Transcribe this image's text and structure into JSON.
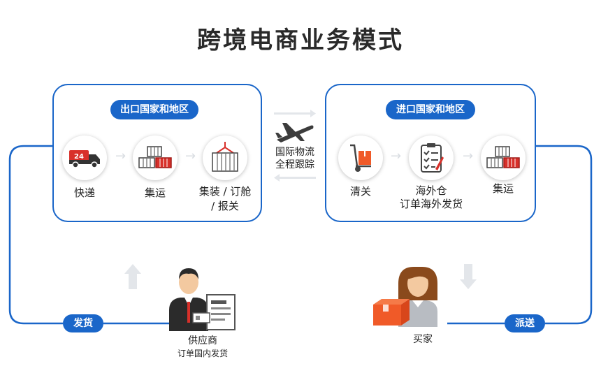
{
  "title": "跨境电商业务模式",
  "export_region": {
    "pill": "出口国家和地区",
    "steps": [
      {
        "icon": "delivery-truck-icon",
        "label": "快递"
      },
      {
        "icon": "container-stack-icon",
        "label": "集运"
      },
      {
        "icon": "crane-container-icon",
        "label_line1": "集装 / 订舱",
        "label_line2": "/ 报关"
      }
    ]
  },
  "import_region": {
    "pill": "进口国家和地区",
    "steps": [
      {
        "icon": "hand-truck-icon",
        "label": "清关"
      },
      {
        "icon": "clipboard-check-icon",
        "label_line1": "海外仓",
        "label_line2": "订单海外发货"
      },
      {
        "icon": "container-stack-icon",
        "label": "集运"
      }
    ]
  },
  "logistics": {
    "icon": "airplane-icon",
    "line1": "国际物流",
    "line2": "全程跟踪"
  },
  "supplier": {
    "label": "供应商",
    "sublabel": "订单国内发货",
    "badge": "发货"
  },
  "buyer": {
    "label": "买家",
    "badge": "派送"
  },
  "colors": {
    "primary": "#1a66c9",
    "accent": "#d8302a",
    "box": "#f05a28"
  }
}
